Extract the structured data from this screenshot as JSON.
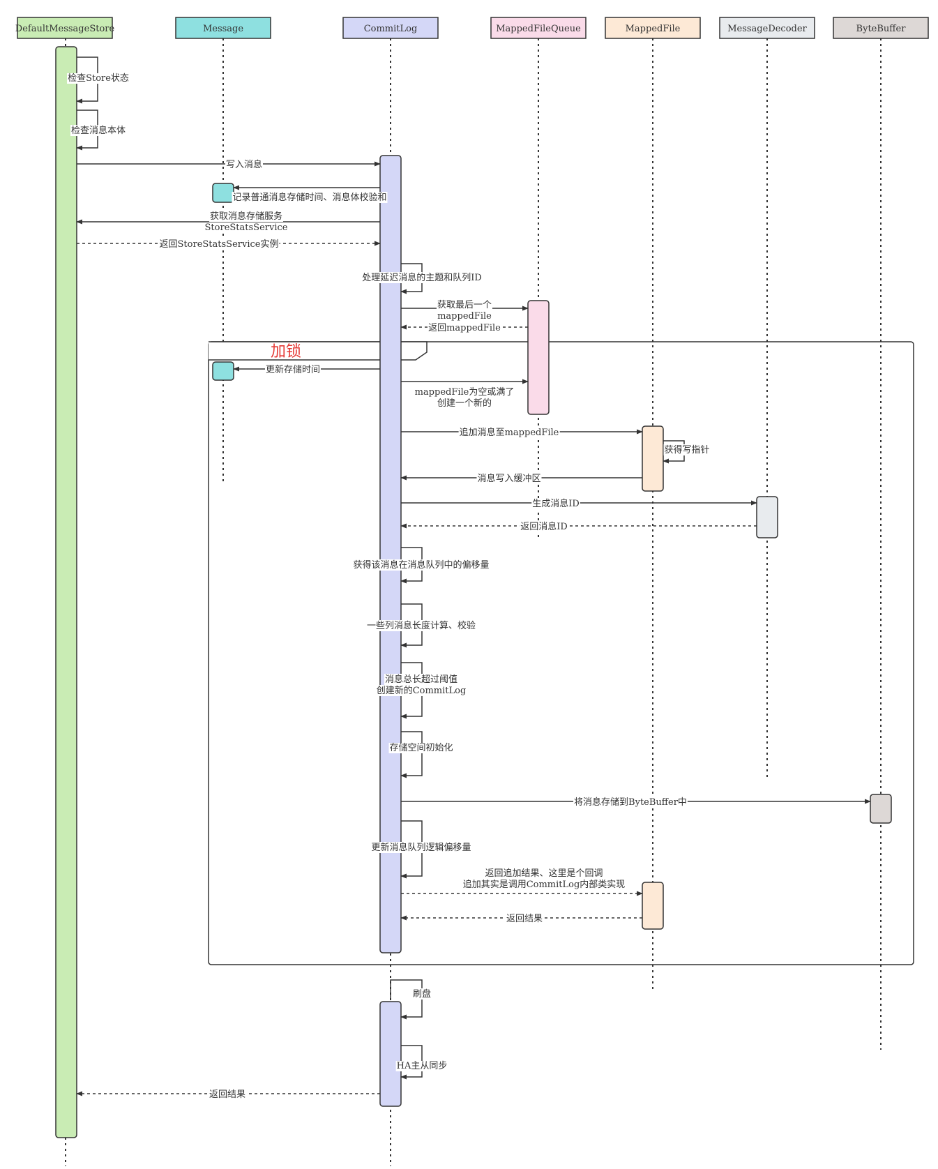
{
  "participants": [
    {
      "id": "dms",
      "label": "DefaultMessageStore",
      "fill": "#c9ecb4"
    },
    {
      "id": "msg",
      "label": "Message",
      "fill": "#8ee0e0"
    },
    {
      "id": "cl",
      "label": "CommitLog",
      "fill": "#d4d7f7"
    },
    {
      "id": "mfq",
      "label": "MappedFileQueue",
      "fill": "#fadbe9"
    },
    {
      "id": "mf",
      "label": "MappedFile",
      "fill": "#fde9d6"
    },
    {
      "id": "md",
      "label": "MessageDecoder",
      "fill": "#e8ebee"
    },
    {
      "id": "bb",
      "label": "ByteBuffer",
      "fill": "#ddd8d6"
    }
  ],
  "frame": {
    "label": "加锁",
    "label_color": "#e53935"
  },
  "messages": [
    {
      "id": "m1",
      "lines": [
        "检查Store状态"
      ]
    },
    {
      "id": "m2",
      "lines": [
        "检查消息本体"
      ]
    },
    {
      "id": "m3",
      "lines": [
        "写入消息"
      ]
    },
    {
      "id": "m4",
      "lines": [
        "记录普通消息存储时间、消息体校验和"
      ]
    },
    {
      "id": "m5",
      "lines": [
        "获取消息存储服务",
        "StoreStatsService"
      ]
    },
    {
      "id": "m6",
      "lines": [
        "返回StoreStatsService实例"
      ]
    },
    {
      "id": "m7",
      "lines": [
        "处理延迟消息的主题和队列ID"
      ]
    },
    {
      "id": "m8",
      "lines": [
        "获取最后一个",
        "mappedFile"
      ]
    },
    {
      "id": "m9",
      "lines": [
        "返回mappedFile"
      ]
    },
    {
      "id": "m10",
      "lines": [
        "更新存储时间"
      ]
    },
    {
      "id": "m11",
      "lines": [
        "mappedFile为空或满了",
        "创建一个新的"
      ]
    },
    {
      "id": "m12",
      "lines": [
        "追加消息至mappedFile"
      ]
    },
    {
      "id": "m13",
      "lines": [
        "获得写指针"
      ]
    },
    {
      "id": "m14",
      "lines": [
        "消息写入缓冲区"
      ]
    },
    {
      "id": "m15",
      "lines": [
        "生成消息ID"
      ]
    },
    {
      "id": "m16",
      "lines": [
        "返回消息ID"
      ]
    },
    {
      "id": "m17",
      "lines": [
        "获得该消息在消息队列中的偏移量"
      ]
    },
    {
      "id": "m18",
      "lines": [
        "一些列消息长度计算、校验"
      ]
    },
    {
      "id": "m19",
      "lines": [
        "消息总长超过阈值",
        "创建新的CommitLog"
      ]
    },
    {
      "id": "m20",
      "lines": [
        "存储空间初始化"
      ]
    },
    {
      "id": "m21",
      "lines": [
        "将消息存储到ByteBuffer中"
      ]
    },
    {
      "id": "m22",
      "lines": [
        "更新消息队列逻辑偏移量"
      ]
    },
    {
      "id": "m23",
      "lines": [
        "返回追加结果、这里是个回调",
        "追加其实是调用CommitLog内部类实现"
      ]
    },
    {
      "id": "m24",
      "lines": [
        "返回结果"
      ]
    },
    {
      "id": "m25",
      "lines": [
        "刷盘"
      ]
    },
    {
      "id": "m26",
      "lines": [
        "HA主从同步"
      ]
    },
    {
      "id": "m27",
      "lines": [
        "返回结果"
      ]
    }
  ]
}
